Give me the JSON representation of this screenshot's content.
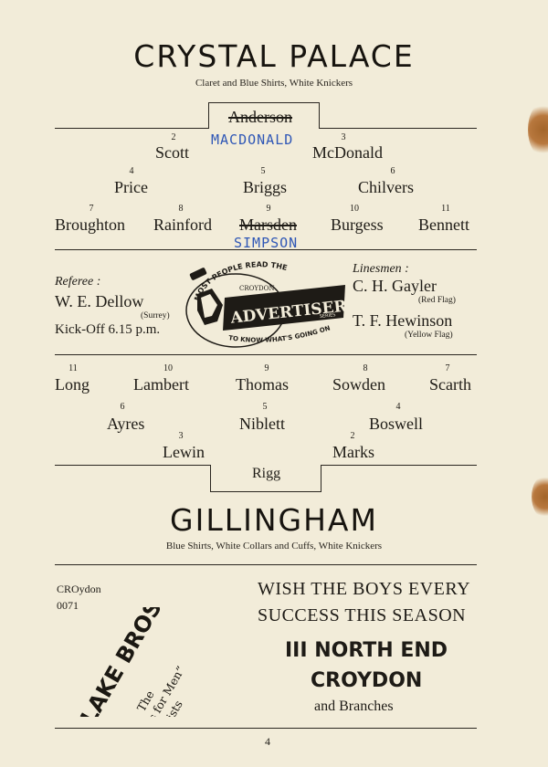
{
  "home": {
    "name": "CRYSTAL PALACE",
    "colors": "Claret and Blue Shirts, White Knickers",
    "goalkeeper": {
      "name": "Anderson",
      "replacement": "MACDONALD"
    },
    "players": [
      {
        "num": "2",
        "name": "Scott"
      },
      {
        "num": "3",
        "name": "McDonald"
      },
      {
        "num": "4",
        "name": "Price"
      },
      {
        "num": "5",
        "name": "Briggs"
      },
      {
        "num": "6",
        "name": "Chilvers"
      },
      {
        "num": "7",
        "name": "Broughton"
      },
      {
        "num": "8",
        "name": "Rainford"
      },
      {
        "num": "9",
        "name": "Marsden",
        "replacement": "SIMPSON"
      },
      {
        "num": "10",
        "name": "Burgess"
      },
      {
        "num": "11",
        "name": "Bennett"
      }
    ]
  },
  "officials": {
    "referee_label": "Referee :",
    "referee_name": "W. E. Dellow",
    "referee_county": "(Surrey)",
    "kickoff": "Kick-Off 6.15 p.m.",
    "linesmen_label": "Linesmen :",
    "linesmen": [
      {
        "name": "C. H. Gayler",
        "flag": "(Red Flag)"
      },
      {
        "name": "T. F. Hewinson",
        "flag": "(Yellow Flag)"
      }
    ]
  },
  "advert_logo": {
    "top": "MOST PEOPLE READ THE",
    "small": "CROYDON",
    "main": "ADVERTISER",
    "series": "SERIES",
    "bottom": "TO KNOW WHAT'S GOING ON"
  },
  "away": {
    "name": "GILLINGHAM",
    "colors": "Blue Shirts, White Collars and Cuffs, White Knickers",
    "goalkeeper": {
      "name": "Rigg"
    },
    "players": [
      {
        "num": "11",
        "name": "Long"
      },
      {
        "num": "10",
        "name": "Lambert"
      },
      {
        "num": "9",
        "name": "Thomas"
      },
      {
        "num": "8",
        "name": "Sowden"
      },
      {
        "num": "7",
        "name": "Scarth"
      },
      {
        "num": "6",
        "name": "Ayres"
      },
      {
        "num": "5",
        "name": "Niblett"
      },
      {
        "num": "4",
        "name": "Boswell"
      },
      {
        "num": "3",
        "name": "Lewin"
      },
      {
        "num": "2",
        "name": "Marks"
      }
    ]
  },
  "ad": {
    "phone_line1": "CROydon",
    "phone_line2": "0071",
    "brand": "BLAKE BROS.",
    "tag1": "The",
    "tag2": "“Clothes for Men”",
    "tag3": "Specialists",
    "wish1": "WISH THE BOYS EVERY",
    "wish2": "SUCCESS THIS SEASON",
    "addr1": "III NORTH END",
    "addr2": "CROYDON",
    "branches": "and Branches"
  },
  "page_number": "4"
}
